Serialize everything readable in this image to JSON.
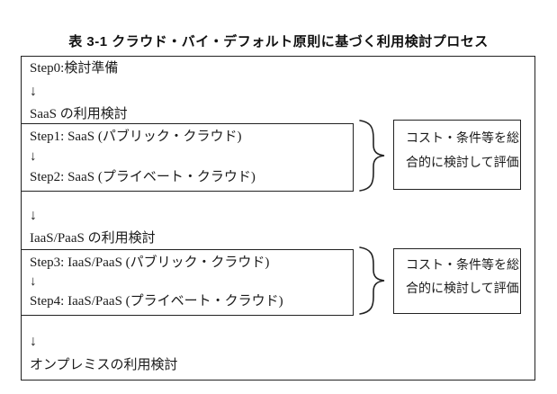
{
  "title": "表 3-1 クラウド・バイ・デフォルト原則に基づく利用検討プロセス",
  "process": {
    "step0": "Step0:検討準備",
    "arrow": "↓",
    "saas_section_label": "SaaS の利用検討",
    "saas_steps": {
      "step1": "Step1: SaaS (パブリック・クラウド)",
      "step2": "Step2: SaaS (プライベート・クラウド)"
    },
    "iaas_section_label": "IaaS/PaaS の利用検討",
    "iaas_steps": {
      "step3": "Step3: IaaS/PaaS (パブリック・クラウド)",
      "step4": "Step4: IaaS/PaaS (プライベート・クラウド)"
    },
    "onpremise_label": "オンプレミスの利用検討"
  },
  "evaluation": {
    "line1": "コスト・条件等を総",
    "line2": "合的に検討して評価"
  },
  "colors": {
    "background": "#ffffff",
    "border": "#222222",
    "text": "#1a1a1a"
  }
}
